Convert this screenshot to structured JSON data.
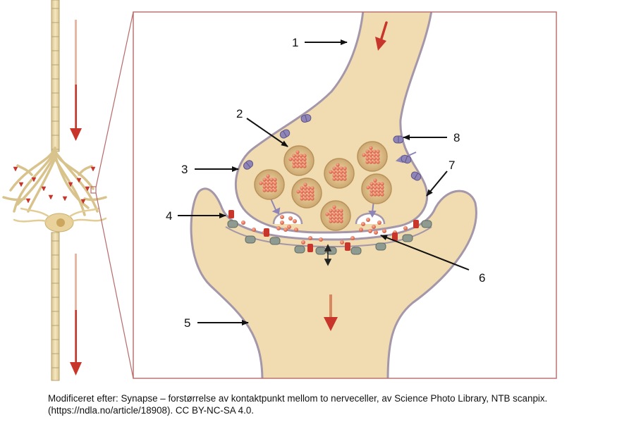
{
  "caption": "Modificeret efter: Synapse – forstørrelse av kontaktpunkt mellom to nerveceller, av Science Photo Library, NTB scanpix. (https://ndla.no/article/18908). CC BY-NC-SA 4.0.",
  "labels": {
    "l1": "1",
    "l2": "2",
    "l3": "3",
    "l4": "4",
    "l5": "5",
    "l6": "6",
    "l7": "7",
    "l8": "8"
  },
  "colors": {
    "tissue": "#f0dcb0",
    "membrane": "#a597aa",
    "cleft": "#ffffff",
    "vesicle": "#c9a46c",
    "neurotransmitter": "#e06a4e",
    "arrow_red": "#c8352a",
    "frame": "#b86a6a",
    "channel_purple": "#8f84b8",
    "receptor_grey": "#8f9a90"
  },
  "icons": [
    "flow-arrow-icon",
    "label-arrow-icon",
    "ion-channel-icon",
    "receptor-icon"
  ]
}
